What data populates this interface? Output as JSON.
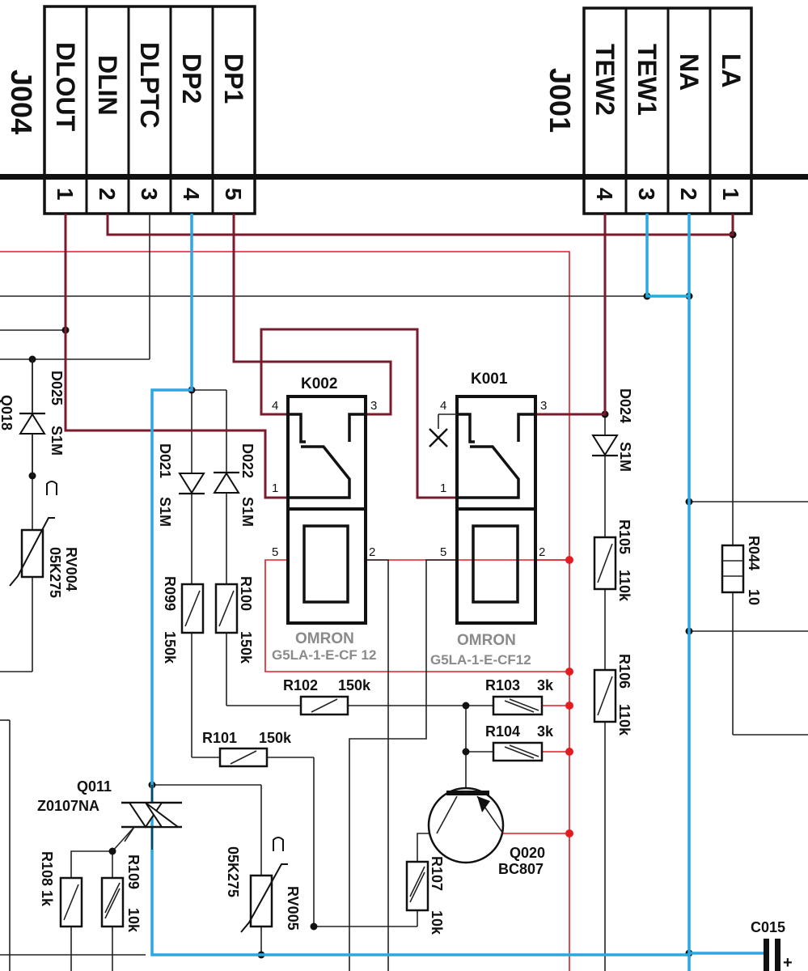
{
  "colors": {
    "maroon": "#7b1a2a",
    "blue": "#2aa8e0",
    "red": "#e31b23",
    "black": "#111111",
    "gray": "#8a8a8a"
  },
  "connectors": {
    "j004": {
      "ref": "J004",
      "pins": [
        {
          "num": "1",
          "name": "DLOUT"
        },
        {
          "num": "2",
          "name": "DLIN"
        },
        {
          "num": "3",
          "name": "DLPTC"
        },
        {
          "num": "4",
          "name": "DP2"
        },
        {
          "num": "5",
          "name": "DP1"
        }
      ]
    },
    "j001": {
      "ref": "J001",
      "pins": [
        {
          "num": "4",
          "name": "TEW2"
        },
        {
          "num": "3",
          "name": "TEW1"
        },
        {
          "num": "2",
          "name": "NA"
        },
        {
          "num": "1",
          "name": "LA"
        }
      ]
    }
  },
  "relays": {
    "k002": {
      "ref": "K002",
      "maker": "OMRON",
      "part": "G5LA-1-E-CF 12",
      "pins": [
        "4",
        "3",
        "1",
        "5",
        "2"
      ]
    },
    "k001": {
      "ref": "K001",
      "maker": "OMRON",
      "part": "G5LA-1-E-CF12",
      "pins": [
        "4",
        "3",
        "1",
        "5",
        "2"
      ]
    }
  },
  "components": {
    "d025": {
      "ref": "D025",
      "value": "S1M"
    },
    "q018": {
      "ref": "Q018"
    },
    "rv004": {
      "ref": "RV004",
      "value": "05K275"
    },
    "d021": {
      "ref": "D021",
      "value": "S1M"
    },
    "d022": {
      "ref": "D022",
      "value": "S1M"
    },
    "r099": {
      "ref": "R099",
      "value": "150k"
    },
    "r100": {
      "ref": "R100",
      "value": "150k"
    },
    "r102": {
      "ref": "R102",
      "value": "150k"
    },
    "r101": {
      "ref": "R101",
      "value": "150k"
    },
    "r103": {
      "ref": "R103",
      "value": "3k"
    },
    "r104": {
      "ref": "R104",
      "value": "3k"
    },
    "d024": {
      "ref": "D024",
      "value": "S1M"
    },
    "r105": {
      "ref": "R105",
      "value": "110k"
    },
    "r106": {
      "ref": "R106",
      "value": "110k"
    },
    "r044": {
      "ref": "R044",
      "value": "10"
    },
    "q011": {
      "ref": "Q011",
      "value": "Z0107NA"
    },
    "r108": {
      "ref": "R108",
      "value": "1k"
    },
    "r109": {
      "ref": "R109",
      "value": "10k"
    },
    "rv005": {
      "ref": "RV005",
      "value": "05K275"
    },
    "r107": {
      "ref": "R107",
      "value": "10k"
    },
    "q020": {
      "ref": "Q020",
      "value": "BC807"
    },
    "c015": {
      "ref": "C015",
      "polarity": "+"
    }
  }
}
